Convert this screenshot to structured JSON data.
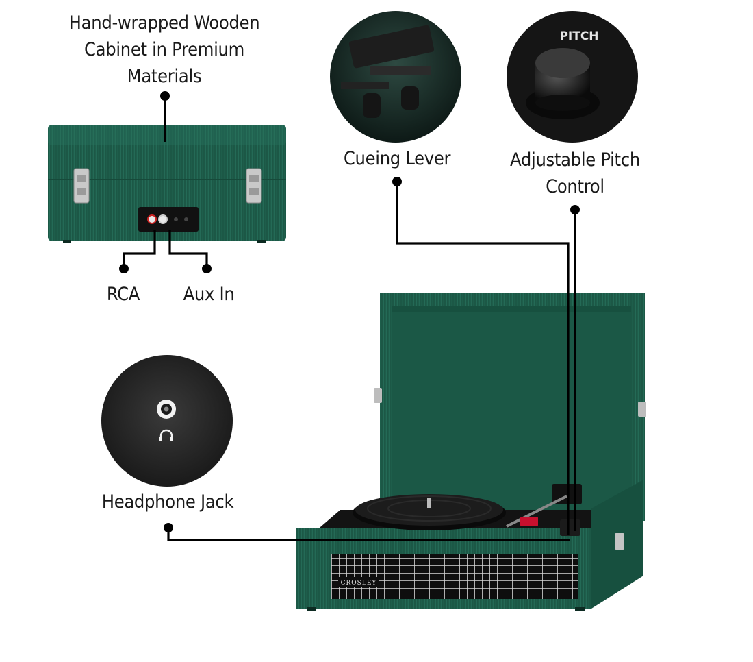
{
  "colors": {
    "cabinet": "#1e5e4b",
    "cabinet_dark": "#164a3a",
    "cabinet_light": "#2a7560",
    "deck": "#141414",
    "line": "#000000",
    "text": "#1a1a1a"
  },
  "labels": {
    "cabinet_line1": "Hand-wrapped Wooden",
    "cabinet_line2": "Cabinet in Premium",
    "cabinet_line3": "Materials",
    "cueing_lever": "Cueing Lever",
    "pitch_line1": "Adjustable Pitch",
    "pitch_line2": "Control",
    "rca": "RCA",
    "aux_in": "Aux In",
    "headphone_jack": "Headphone Jack",
    "pitch_knob_text": "PITCH",
    "brand": "CROSLEY"
  },
  "icons": [
    "headphone-icon",
    "jack-socket-icon"
  ]
}
